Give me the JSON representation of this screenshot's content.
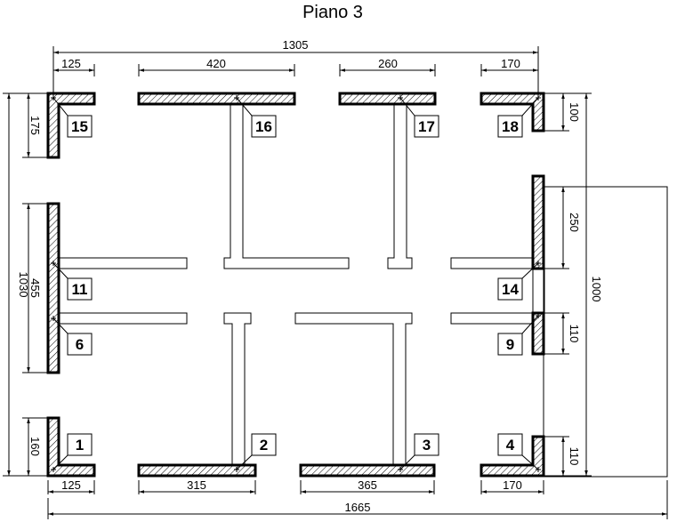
{
  "title": "Piano 3",
  "dimensions": {
    "top_total": "1305",
    "top_1": "125",
    "top_2": "420",
    "top_3": "260",
    "top_4": "170",
    "bottom_1": "125",
    "bottom_2": "315",
    "bottom_3": "365",
    "bottom_4": "170",
    "bottom_total": "1665",
    "left_total": "1030",
    "left_1": "175",
    "left_2": "455",
    "left_3": "160",
    "right_total": "1000",
    "right_1": "100",
    "right_2": "250",
    "right_3": "110",
    "right_4": "110"
  },
  "walls": [
    "1",
    "2",
    "3",
    "4",
    "6",
    "9",
    "11",
    "14",
    "15",
    "16",
    "17",
    "18"
  ],
  "colors": {
    "line": "#000000",
    "background": "#ffffff"
  }
}
